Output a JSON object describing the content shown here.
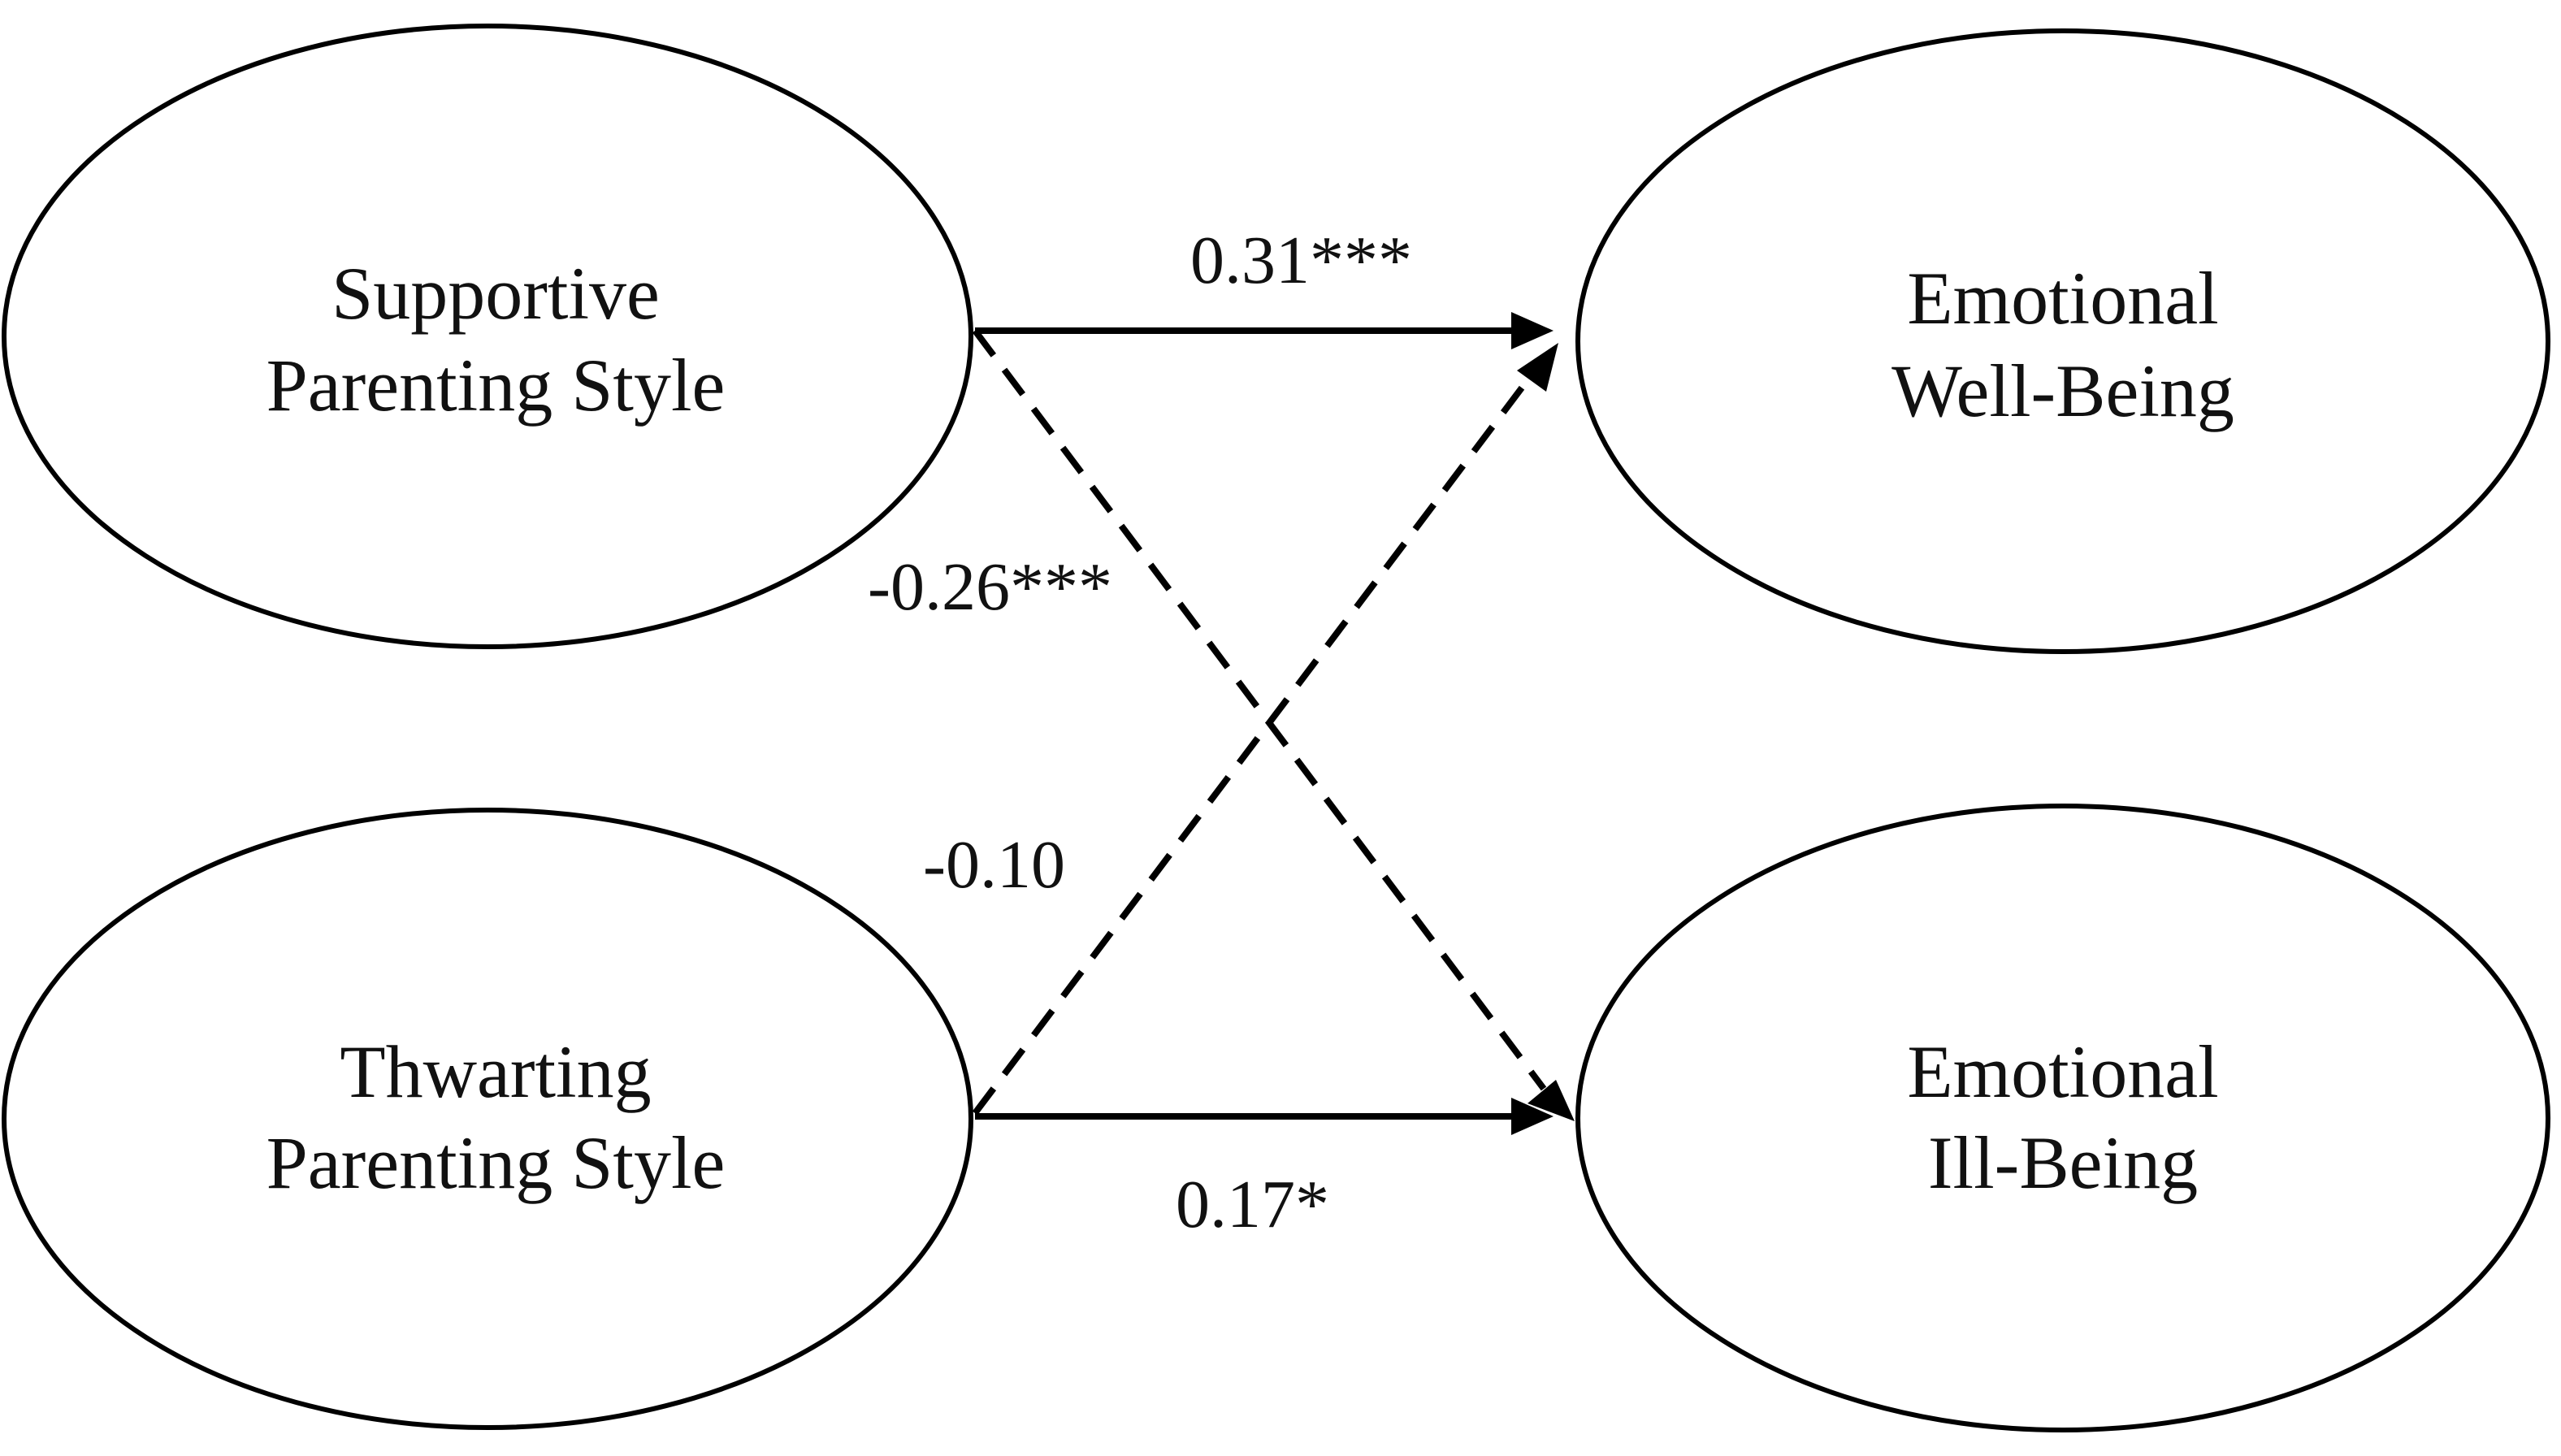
{
  "nodes": {
    "supportive": {
      "line1": "Supportive",
      "line2": "Parenting Style"
    },
    "thwarting": {
      "line1": "Thwarting",
      "line2": "Parenting Style"
    },
    "wellbeing": {
      "line1": "Emotional",
      "line2": "Well-Being"
    },
    "illbeing": {
      "line1": "Emotional",
      "line2": "Ill-Being"
    }
  },
  "edges": {
    "supportive_to_wellbeing": {
      "label": "0.31***",
      "style": "solid"
    },
    "supportive_to_illbeing": {
      "label": "-0.26***",
      "style": "dashed"
    },
    "thwarting_to_wellbeing": {
      "label": "-0.10",
      "style": "dashed"
    },
    "thwarting_to_illbeing": {
      "label": "0.17*",
      "style": "solid"
    }
  },
  "colors": {
    "stroke": "#000000",
    "background": "#ffffff"
  }
}
